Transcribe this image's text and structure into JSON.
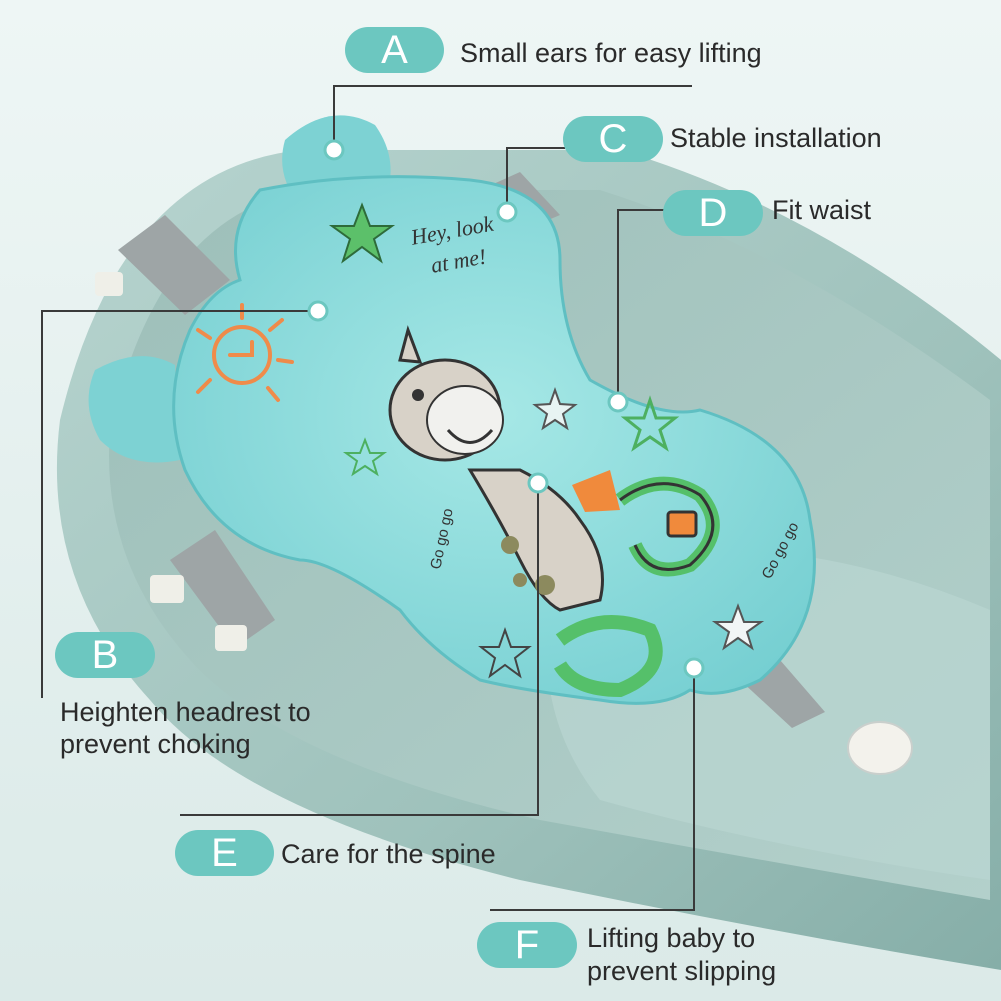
{
  "callouts": {
    "a": {
      "letter": "A",
      "text": "Small ears for easy lifting"
    },
    "b": {
      "letter": "B",
      "line1": "Heighten headrest to",
      "line2": "prevent choking"
    },
    "c": {
      "letter": "C",
      "text": "Stable installation"
    },
    "d": {
      "letter": "D",
      "text": "Fit waist"
    },
    "e": {
      "letter": "E",
      "text": "Care for the spine"
    },
    "f": {
      "letter": "F",
      "line1": "Lifting baby to",
      "line2": "prevent slipping"
    }
  },
  "illustration": {
    "cushion_print": {
      "line1": "Hey, look",
      "line2": "at me!",
      "left_side": "Go go go",
      "right_side": "Go go go"
    }
  },
  "colors": {
    "badge": "#6cc7c0",
    "tub": "#9fc2bc",
    "cushion": "#8fdcdd",
    "strap": "#9ea5a6",
    "leader": "#3a3a3a"
  }
}
